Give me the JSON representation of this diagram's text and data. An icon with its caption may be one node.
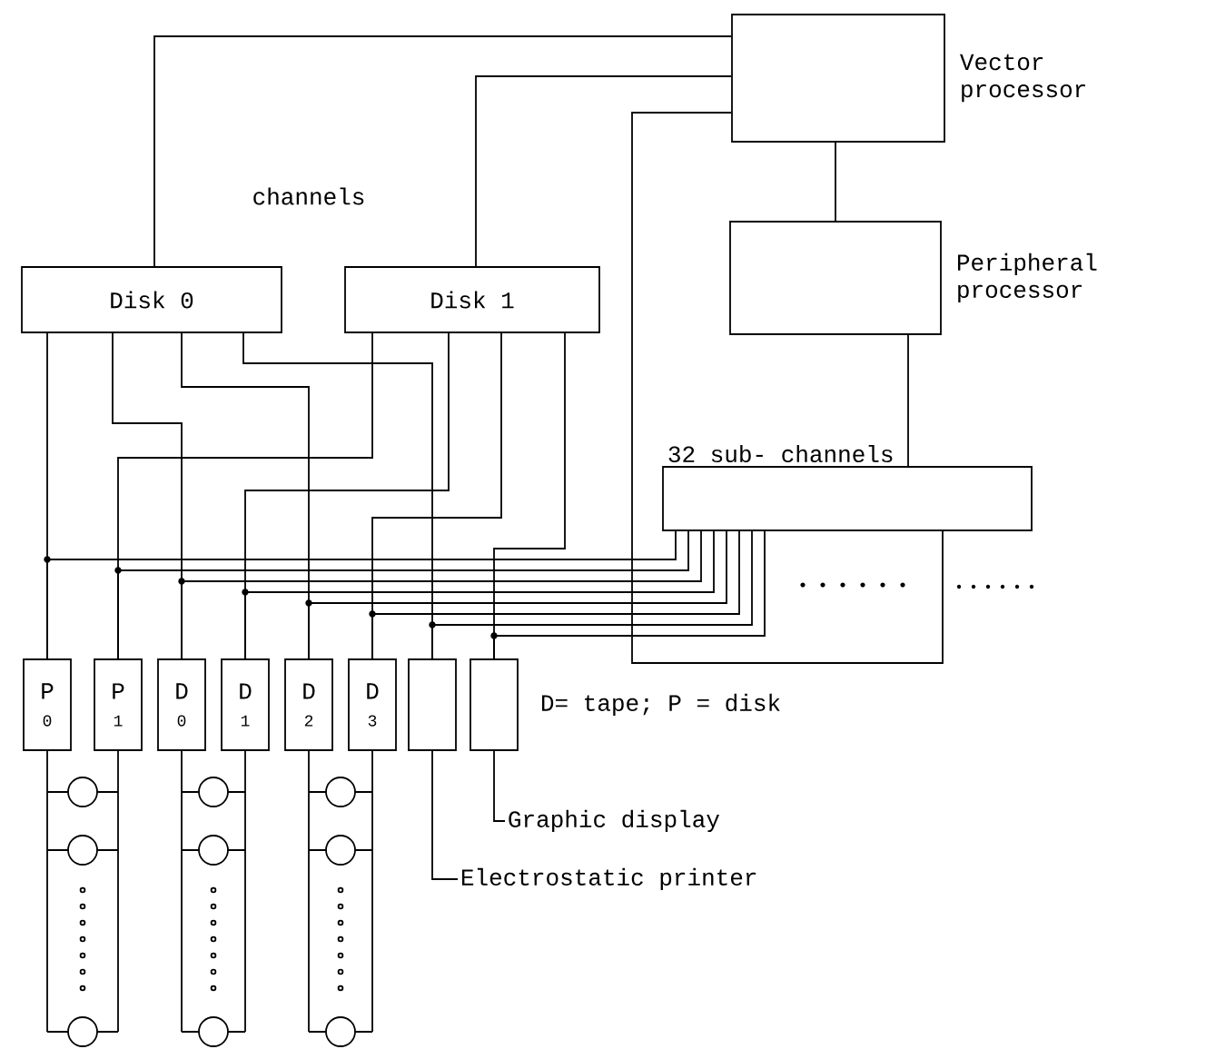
{
  "diagram": {
    "nodes": [
      {
        "text": [
          "Vector processor"
        ]
      },
      {
        "text": [
          "Peripheral processor"
        ]
      },
      {
        "text": [
          "Disk 0"
        ]
      },
      {
        "text": [
          "Disk 1"
        ]
      },
      {
        "text": [
          "32 sub- channels"
        ]
      },
      {
        "text": [
          "P",
          "0"
        ]
      },
      {
        "text": [
          "P",
          "1"
        ]
      },
      {
        "text": [
          "D",
          "0"
        ]
      },
      {
        "text": [
          "D",
          "1"
        ]
      },
      {
        "text": [
          "D",
          "2"
        ]
      },
      {
        "text": [
          "D",
          "3"
        ]
      },
      {
        "text": [],
        "shape": "box"
      },
      {
        "text": [],
        "shape": "box"
      },
      {
        "text": [
          "Graphic display"
        ]
      },
      {
        "text": [
          "Electrostatic printer"
        ]
      }
    ],
    "edges": [
      {
        "from": 0,
        "to": 2,
        "arrow": "none"
      },
      {
        "from": 0,
        "to": 3,
        "arrow": "none"
      },
      {
        "from": 0,
        "to": 1,
        "arrow": "none"
      },
      {
        "from": 0,
        "to": 4,
        "arrow": "none"
      },
      {
        "from": 1,
        "to": 4,
        "arrow": "none"
      },
      {
        "from": 2,
        "to": 5,
        "arrow": "none"
      },
      {
        "from": 2,
        "to": 7,
        "arrow": "none"
      },
      {
        "from": 2,
        "to": 9,
        "arrow": "none"
      },
      {
        "from": 2,
        "to": 11,
        "arrow": "none"
      },
      {
        "from": 3,
        "to": 6,
        "arrow": "none"
      },
      {
        "from": 3,
        "to": 8,
        "arrow": "none"
      },
      {
        "from": 3,
        "to": 10,
        "arrow": "none"
      },
      {
        "from": 3,
        "to": 12,
        "arrow": "none"
      },
      {
        "from": 4,
        "to": 5,
        "arrow": "none"
      },
      {
        "from": 4,
        "to": 6,
        "arrow": "none"
      },
      {
        "from": 4,
        "to": 7,
        "arrow": "none"
      },
      {
        "from": 4,
        "to": 8,
        "arrow": "none"
      },
      {
        "from": 4,
        "to": 9,
        "arrow": "none"
      },
      {
        "from": 4,
        "to": 10,
        "arrow": "none"
      },
      {
        "from": 4,
        "to": 11,
        "arrow": "none"
      },
      {
        "from": 4,
        "to": 12,
        "arrow": "none"
      },
      {
        "from": 13,
        "to": 12,
        "arrow": "none"
      },
      {
        "from": 14,
        "to": 11,
        "arrow": "none"
      }
    ],
    "labels": [
      "channels",
      "D= tape;  P = disk"
    ]
  }
}
